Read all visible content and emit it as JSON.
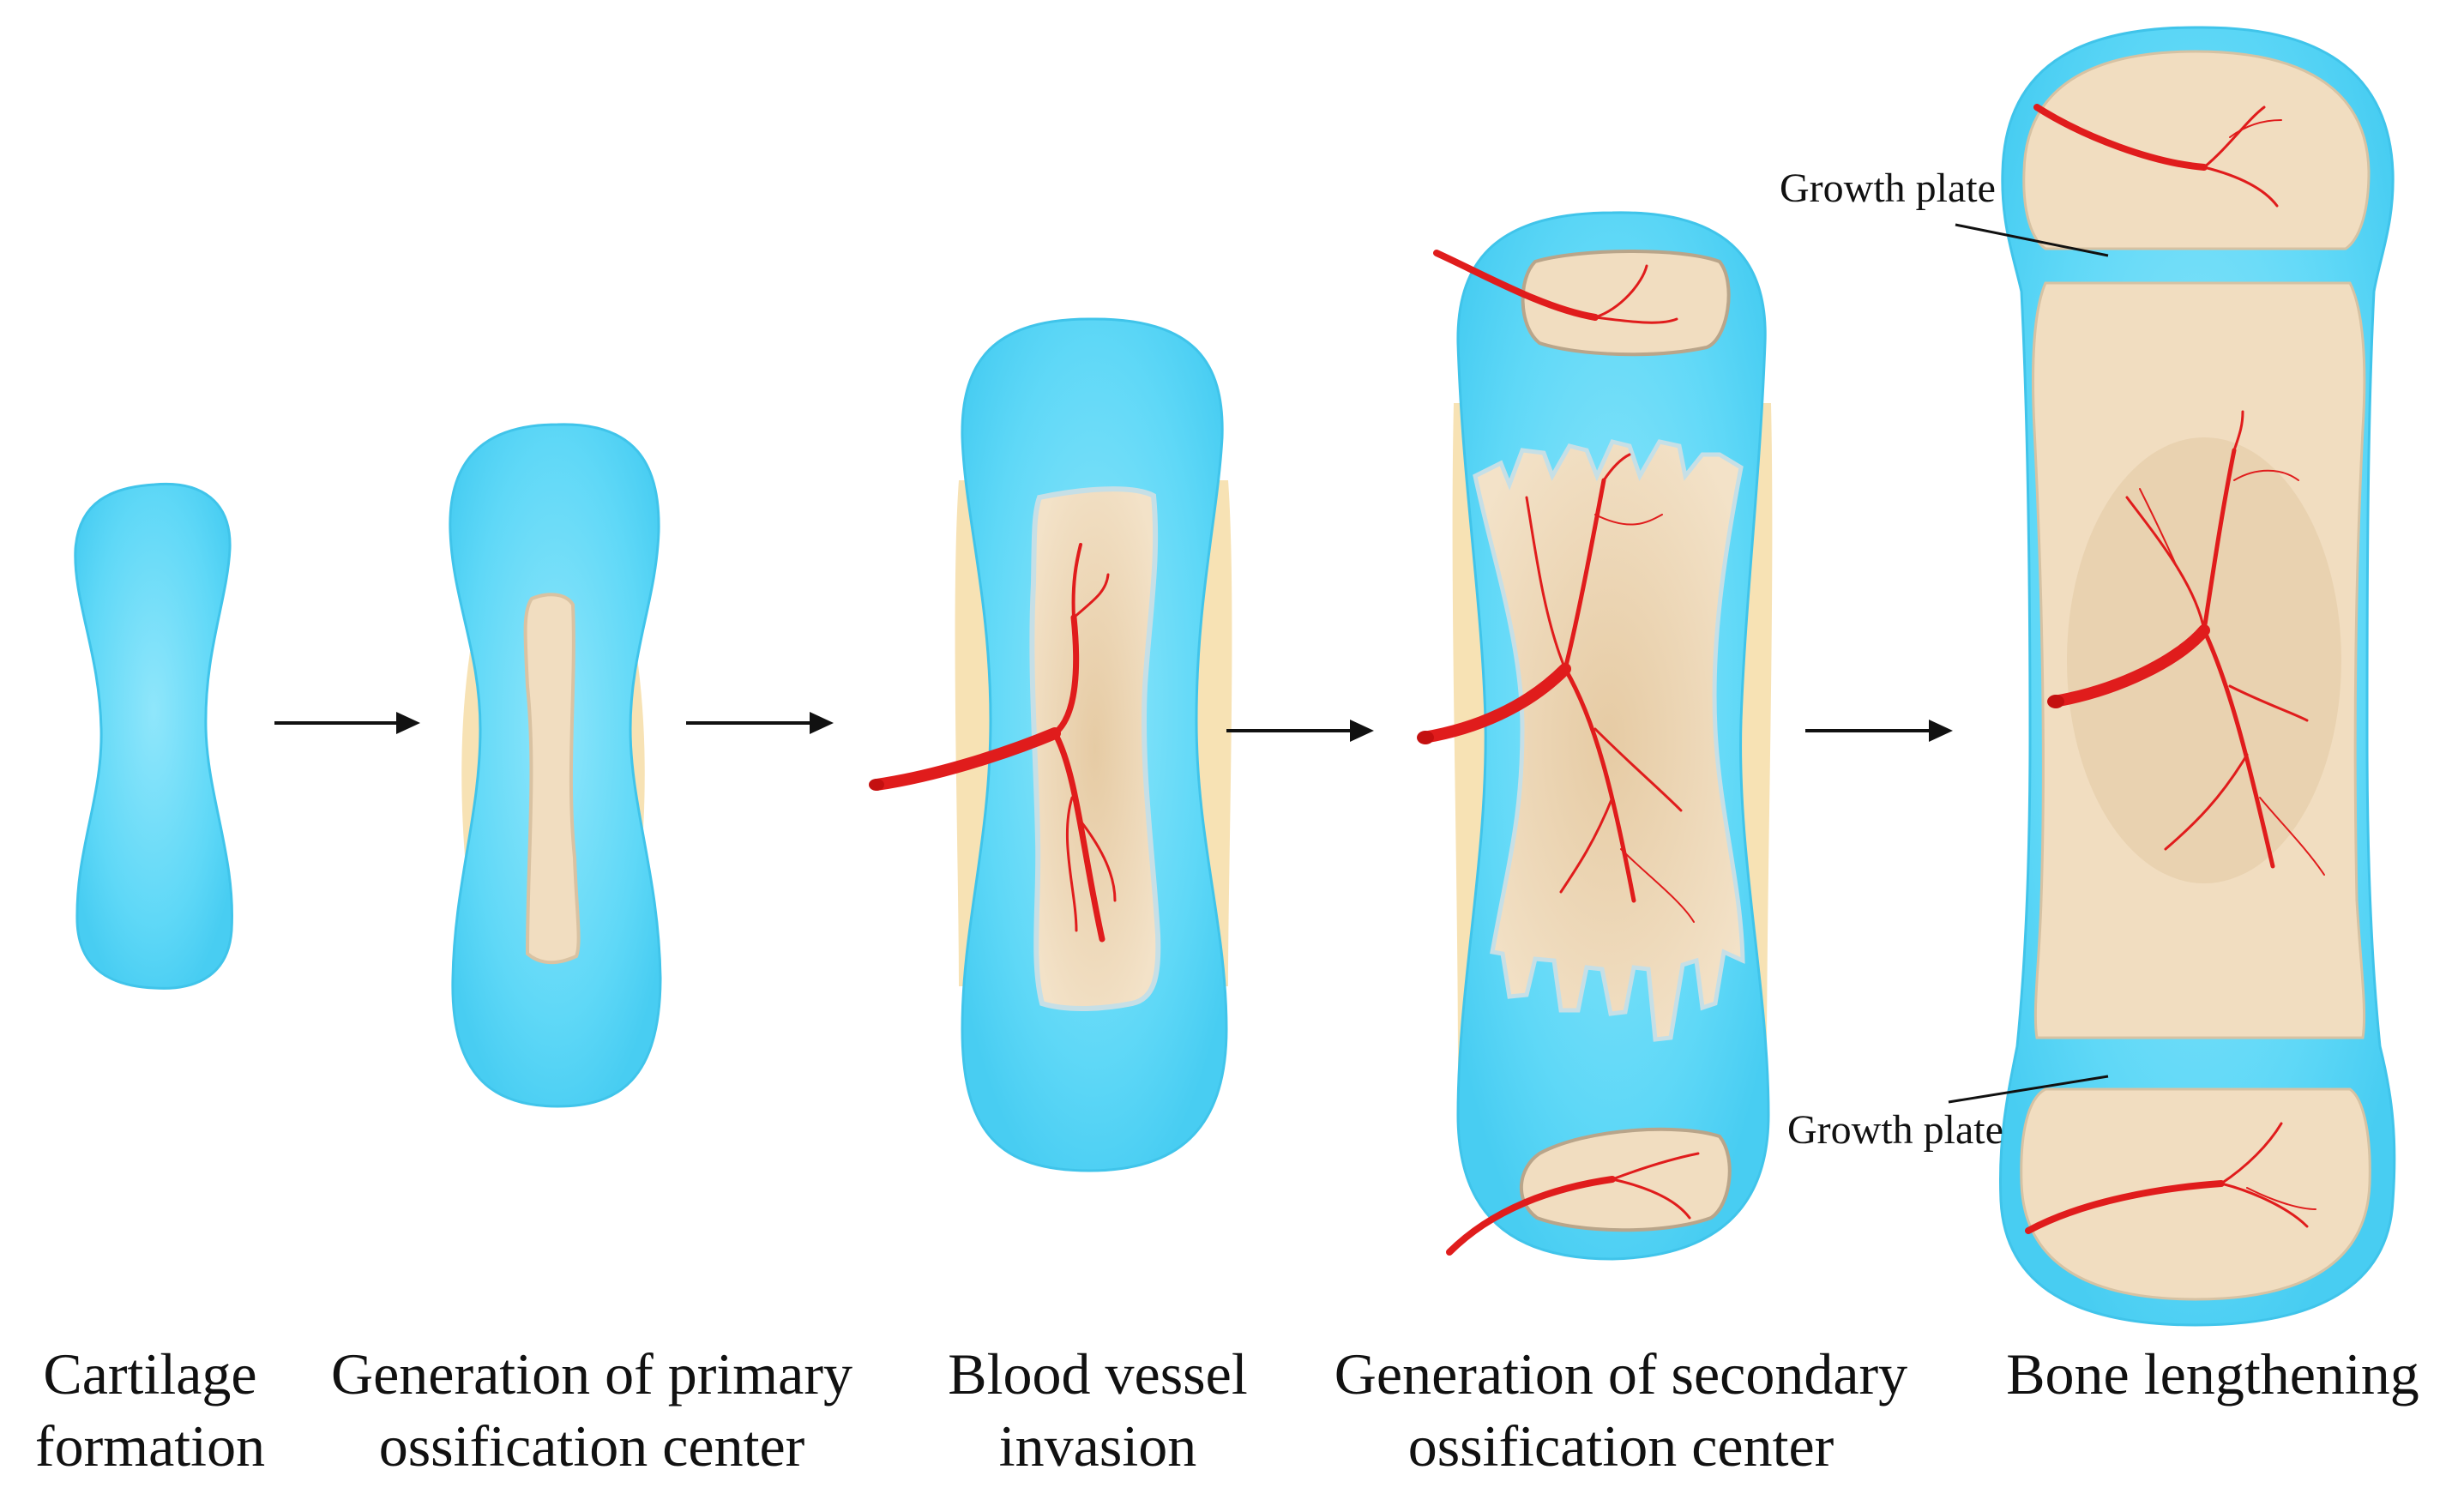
{
  "stages": [
    {
      "id": "cartilage",
      "caption_lines": [
        "Cartilage",
        "formation"
      ]
    },
    {
      "id": "primary",
      "caption_lines": [
        "Generation of primary",
        "ossification center"
      ]
    },
    {
      "id": "vessel",
      "caption_lines": [
        "Blood vessel",
        "invasion"
      ]
    },
    {
      "id": "secondary",
      "caption_lines": [
        "Generation of secondary",
        "ossification center"
      ]
    },
    {
      "id": "lengthening",
      "caption_lines": [
        "Bone lengthening"
      ]
    }
  ],
  "labels": {
    "growth_plate_top": "Growth plate",
    "growth_plate_bottom": "Growth plate"
  },
  "colors": {
    "cartilage": "#5fd8f7",
    "cartilage_light": "#8fe6fb",
    "bone": "#f1ddc0",
    "periosteum": "#f7e2b4",
    "vessel": "#e01c1c",
    "arrow": "#111111"
  }
}
